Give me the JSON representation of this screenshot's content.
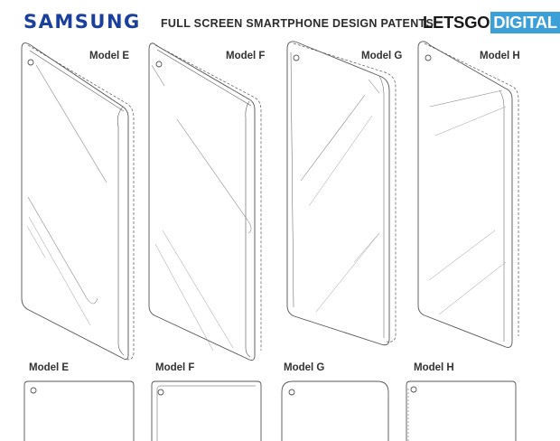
{
  "header": {
    "brand": "SAMSUNG",
    "headline": "FULL SCREEN SMARTPHONE DESIGN PATENTS",
    "logo_part_1": "LETSGO",
    "logo_part_2": "DIGITAL"
  },
  "colors": {
    "brand": "#1a3f9c",
    "logo_badge": "#3ba0d8",
    "line_art": "#555555"
  },
  "top_row": {
    "labels": [
      "Model E",
      "Model F",
      "Model G",
      "Model H"
    ]
  },
  "bottom_row": {
    "labels": [
      "Model E",
      "Model F",
      "Model G",
      "Model H"
    ]
  }
}
